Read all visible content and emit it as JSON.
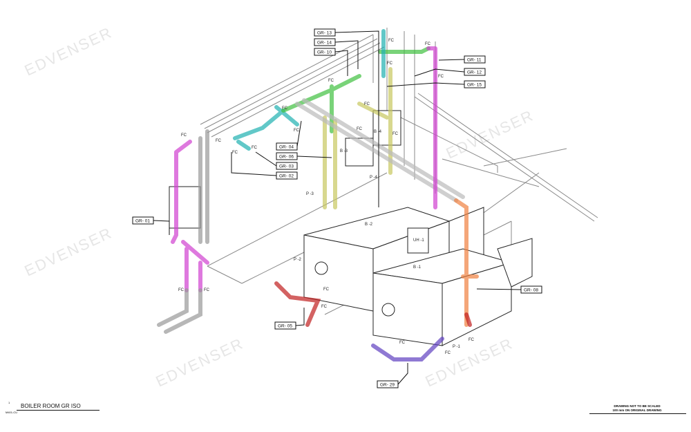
{
  "drawing": {
    "title": "BOILER ROOM GR ISO",
    "ref_number": "1",
    "ref_sheet": "M401-CU",
    "scale_note_1": "DRAWING NOT TO BE SCALED",
    "scale_note_2": "100 mm ON ORIGINAL DRAWING",
    "watermark": "EDVENSER"
  },
  "tags": [
    "GR- 13",
    "GR- 14",
    "GR- 10",
    "GR- 11",
    "GR- 12",
    "GR- 15",
    "GR- 04",
    "GR- 06",
    "GR- 03",
    "GR- 02",
    "GR- 01",
    "GR- 05",
    "GR- 29",
    "GR- 08"
  ],
  "equipment": [
    "B -1",
    "B -2",
    "B -3",
    "B -4",
    "P -1",
    "P -2",
    "P -3",
    "P -4",
    "UH -1"
  ],
  "fc_label": "FC",
  "colors": {
    "magenta": "#d040d0",
    "cyan": "#20b0b0",
    "green": "#40c040",
    "yellow": "#c8c860",
    "orange": "#f08040",
    "red": "#c02020",
    "purple": "#6040c0",
    "line": "#555555"
  }
}
